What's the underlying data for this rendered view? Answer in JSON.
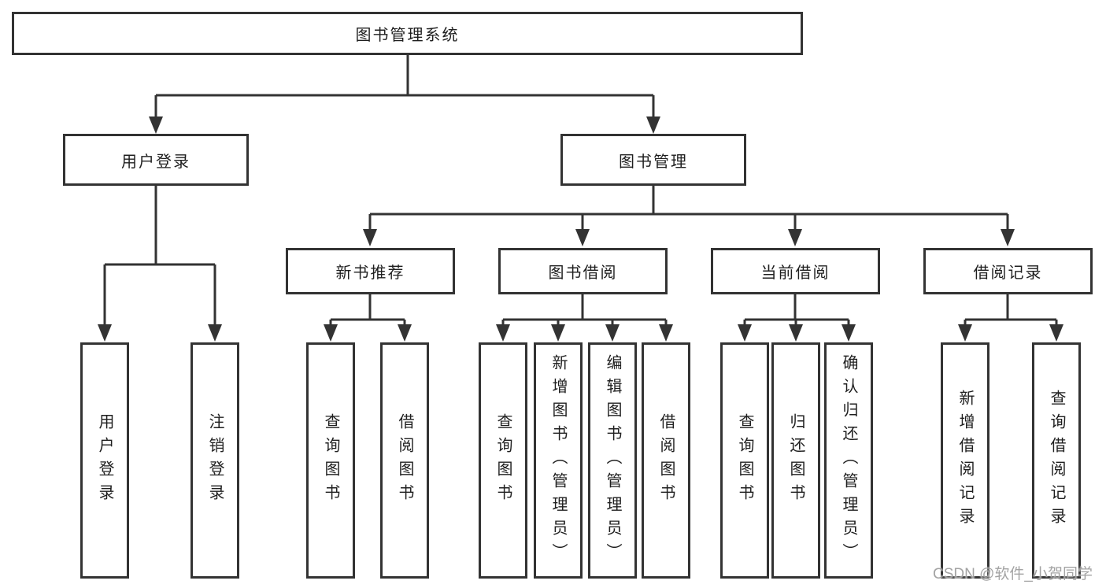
{
  "tree": {
    "root": {
      "label": "图书管理系统",
      "children": [
        {
          "label": "用户登录",
          "children": [
            {
              "label": "用户登录"
            },
            {
              "label": "注销登录"
            }
          ]
        },
        {
          "label": "图书管理",
          "children": [
            {
              "label": "新书推荐",
              "children": [
                {
                  "label": "查询图书"
                },
                {
                  "label": "借阅图书"
                }
              ]
            },
            {
              "label": "图书借阅",
              "children": [
                {
                  "label": "查询图书"
                },
                {
                  "label": "新增图书（管理员）"
                },
                {
                  "label": "编辑图书（管理员）"
                },
                {
                  "label": "借阅图书"
                }
              ]
            },
            {
              "label": "当前借阅",
              "children": [
                {
                  "label": "查询图书"
                },
                {
                  "label": "归还图书"
                },
                {
                  "label": "确认归还（管理员）"
                }
              ]
            },
            {
              "label": "借阅记录",
              "children": [
                {
                  "label": "新增借阅记录"
                },
                {
                  "label": "查询借阅记录"
                }
              ]
            }
          ]
        }
      ]
    }
  },
  "watermark": {
    "text": "CSDN @软件_小贺同学"
  },
  "colors": {
    "line": "#333333",
    "text": "#1f1f1f",
    "background": "#ffffff",
    "watermark": "#9e9e9e"
  }
}
